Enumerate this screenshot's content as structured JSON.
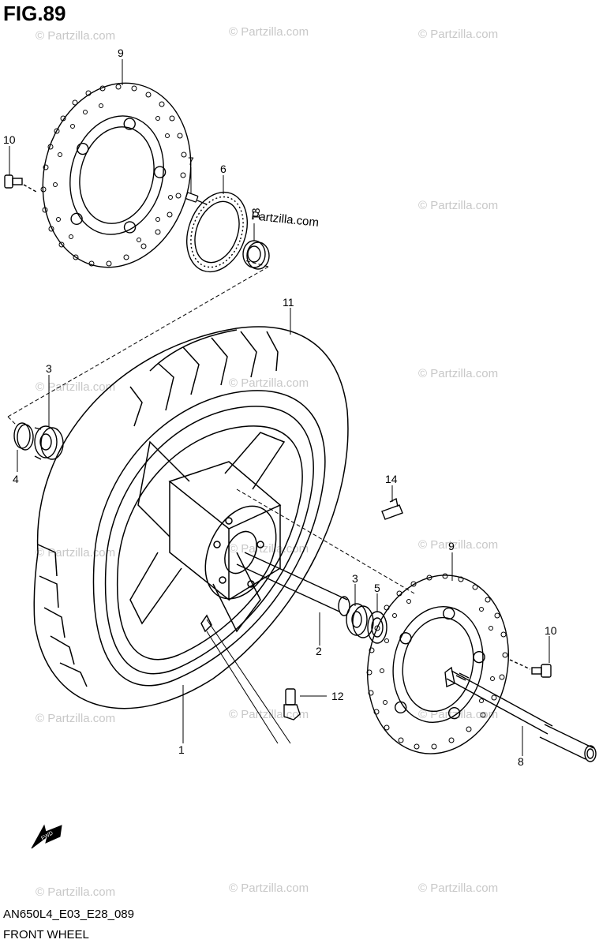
{
  "figure": {
    "title": "FIG.89",
    "code": "AN650L4_E03_E28_089",
    "name": "FRONT WHEEL",
    "fwd_label": "FWD"
  },
  "watermark": {
    "text": "© Partzilla.com",
    "overlay_text": "Partzilla.com"
  },
  "callouts": [
    "9",
    "10",
    "7",
    "6",
    "13",
    "11",
    "3",
    "4",
    "14",
    "9",
    "3",
    "5",
    "10",
    "2",
    "12",
    "1",
    "8"
  ],
  "colors": {
    "line": "#000000",
    "watermark": "#c8c8c8",
    "background": "#ffffff"
  }
}
